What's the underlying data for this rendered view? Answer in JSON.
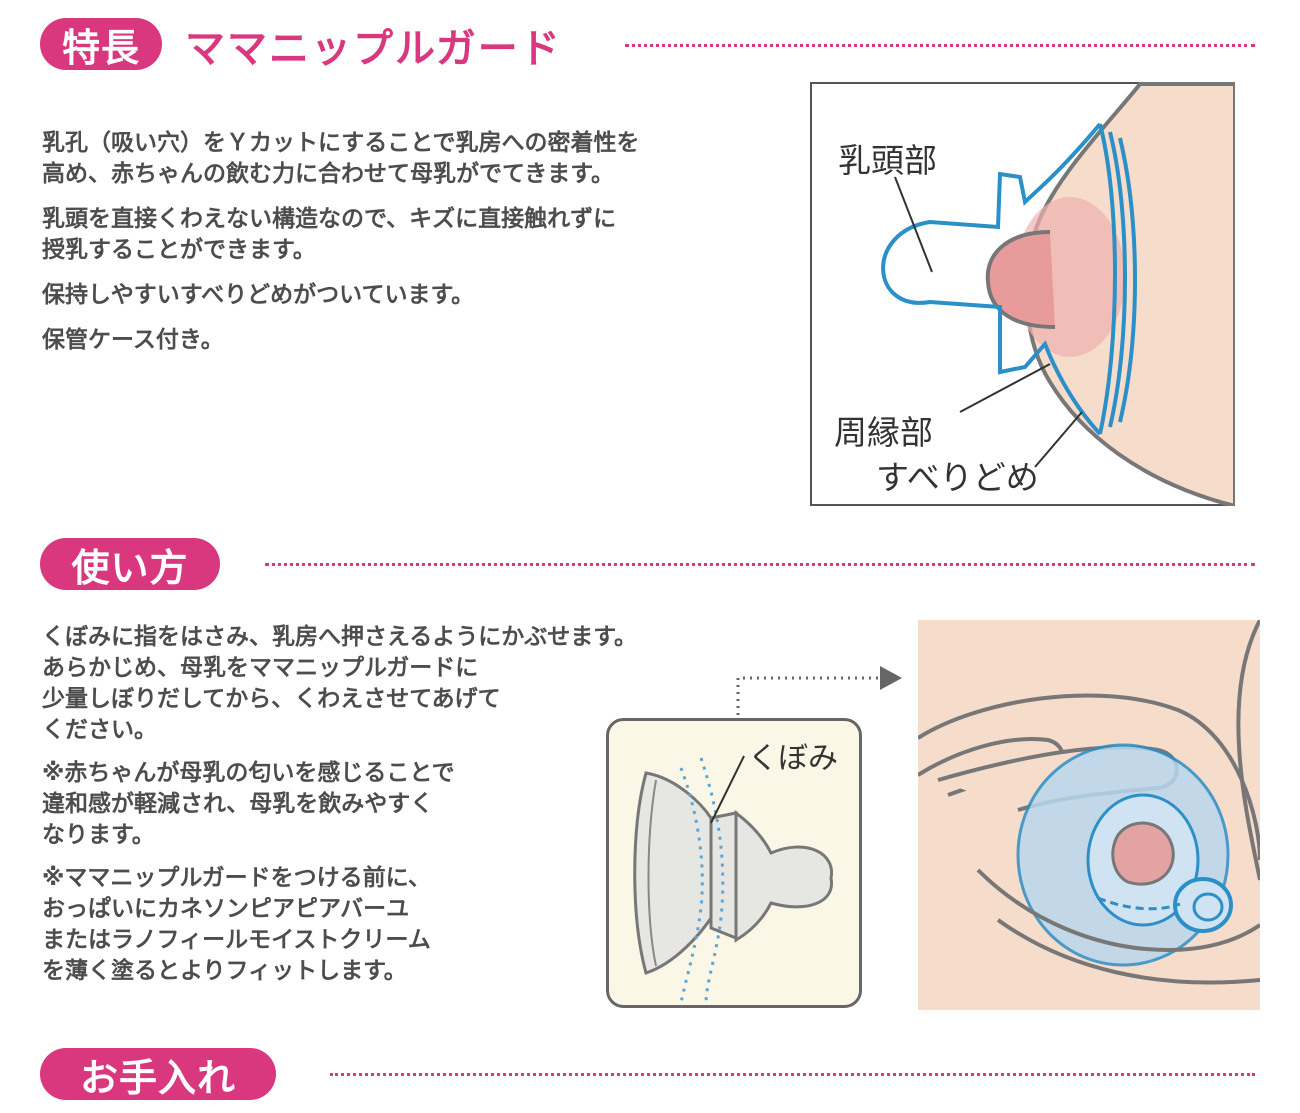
{
  "sections": {
    "features": {
      "badge": "特長",
      "title": "ママニップルガード",
      "paragraphs": [
        [
          "乳孔（吸い穴）をＹカットにすることで乳房への密着性を",
          "高め、赤ちゃんの飲む力に合わせて母乳がでてきます。"
        ],
        [
          "乳頭を直接くわえない構造なので、キズに直接触れずに",
          "授乳することができます。"
        ],
        [
          "保持しやすいすべりどめがついています。"
        ],
        [
          "保管ケース付き。"
        ]
      ],
      "diagram_labels": {
        "nipple": "乳頭部",
        "rim": "周縁部",
        "grip": "すべりどめ"
      }
    },
    "usage": {
      "badge": "使い方",
      "lines": [
        "くぼみに指をはさみ、乳房へ押さえるようにかぶせます。",
        "あらかじめ、母乳をママニップルガードに",
        "少量しぼりだしてから、くわえさせてあげて",
        "ください。"
      ],
      "note1": [
        "※赤ちゃんが母乳の匂いを感じることで",
        "違和感が軽減され、母乳を飲みやすく",
        "なります。"
      ],
      "note2": [
        "※ママニップルガードをつける前に、",
        "おっぱいにカネソンピアピアバーユ",
        "またはラノフィールモイストクリーム",
        "を薄く塗るとよりフィットします。"
      ],
      "diagram_label": "くぼみ"
    },
    "care": {
      "badge": "お手入れ"
    }
  },
  "colors": {
    "accent": "#d9387f",
    "guard_blue": "#2b8fc8",
    "skin": "#f6dccb",
    "nipple": "#e89b9b",
    "panel_bg": "#fbf7e6"
  }
}
